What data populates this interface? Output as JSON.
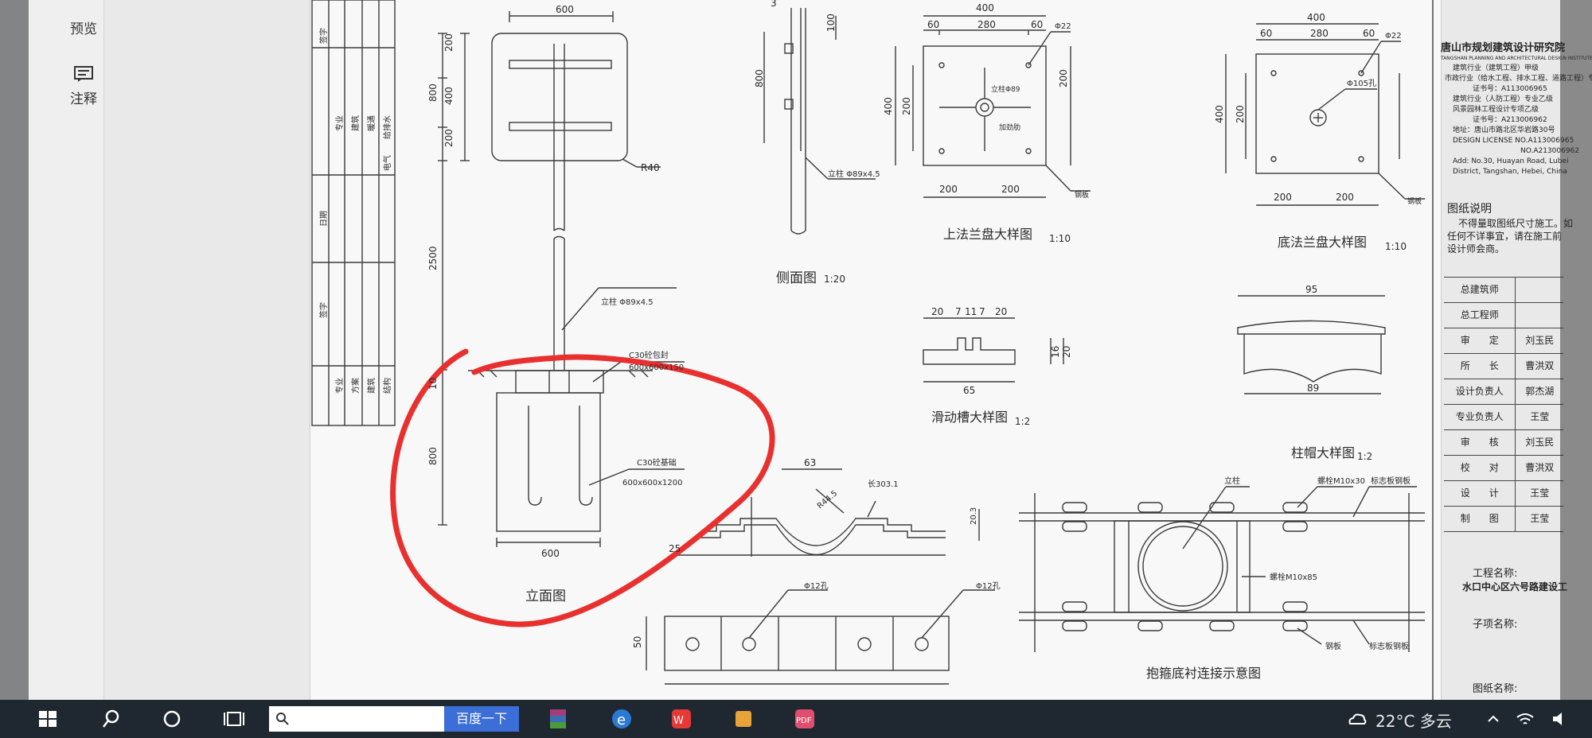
{
  "side_panel": {
    "preview_label": "预览",
    "annotation_label": "注释"
  },
  "drawing": {
    "dims": {
      "d600_top": "600",
      "d200a": "200",
      "d400": "400",
      "d200b": "200",
      "d800": "800",
      "d2500": "2500",
      "d800_base": "800",
      "d600_base": "600",
      "d10": "10",
      "d100_side": "100",
      "d800_side": "800",
      "d3_side": "3",
      "d400_tf": "400",
      "d60_tf": "60",
      "d280_tf": "280",
      "d60b_tf": "60",
      "d400v_tf": "400",
      "d200v_tf": "200",
      "d200bot_tf": "200",
      "d200bot2_tf": "200",
      "d200v2_tf": "200",
      "d400_bf": "400",
      "d60_bf": "60",
      "d280_bf": "280",
      "d60b_bf": "60",
      "d400v_bf": "400",
      "d200v_bf": "200",
      "d200bot_bf": "200",
      "d200bot2_bf": "200",
      "d95": "95",
      "d89": "89",
      "d65": "65",
      "d20a": "20",
      "d7a": "7",
      "d11": "11",
      "d7b": "7",
      "d20b": "20",
      "d16": "16",
      "d20v": "20",
      "d63": "63",
      "d25": "25",
      "d50": "50",
      "d20_3": "20.3"
    },
    "labels": {
      "elevation_title": "立面图",
      "side_title": "侧面图",
      "side_scale": "1:20",
      "top_flange_title": "上法兰盘大样图",
      "top_flange_scale": "1:10",
      "bottom_flange_title": "底法兰盘大样图",
      "bottom_flange_scale": "1:10",
      "slide_title": "滑动槽大样图",
      "slide_scale": "1:2",
      "cap_title": "柱帽大样图",
      "cap_scale": "1:2",
      "clamp_title": "抱箍底衬连接示意图",
      "r40": "R40",
      "pole_spec": "立柱 Φ89x4.5",
      "pole_spec2": "立柱 Φ89x4.5",
      "c30_cap": "C30砼包封",
      "c30_cap_size": "600x600x150",
      "c30_base": "C30砼基础",
      "c30_base_size": "600x600x1200",
      "hole22a": "Φ22",
      "hole22b": "Φ22",
      "hole105": "Φ105孔",
      "hole89": "立柱Φ89",
      "hole12a": "Φ12孔",
      "hole12b": "Φ12孔",
      "r44_5": "R44.5",
      "len303": "长303.1",
      "bolt30": "螺栓M10x30",
      "bolt85": "螺栓M10x85",
      "pole_lbl": "立柱",
      "sign_plate": "标志板钢板",
      "sign_plate2": "标志板钢板",
      "rib": "加劲肋",
      "steel1": "钢板",
      "steel2": "钢板",
      "steel3": "钢板"
    },
    "left_table": {
      "discipline": "专业",
      "sign": "签字",
      "date": "日期",
      "r1": "建筑",
      "r2": "暖通",
      "r3": "给排水",
      "r4": "电气",
      "r5": "专业",
      "r6": "方案",
      "r7": "建筑",
      "r8": "结构",
      "sign2": "签字"
    }
  },
  "title_block": {
    "company": "唐山市规划建筑设计研究院",
    "company_en": "TANGSHAN PLANNING AND ARCHITECTURAL DESIGN INSTITUTE",
    "qual1": "建筑行业（建筑工程）甲级",
    "qual2": "市政行业（给水工程、排水工程、道路工程）专业甲级",
    "cert1": "证书号：A113006965",
    "qual3": "建筑行业（人防工程）专业乙级",
    "qual4": "风景园林工程设计专项乙级",
    "cert2": "证书号：A213006962",
    "address": "地址：唐山市路北区华岩路30号",
    "license1": "DESIGN LICENSE NO.A113006965",
    "license2": "NO.A213006962",
    "addr_en1": "Add: No.30, Huayan Road, Lubei",
    "addr_en2": "District, Tangshan, Hebei, China",
    "notes_title": "图纸说明",
    "notes1": "不得量取图纸尺寸施工。如",
    "notes2": "任何不详事宜，请在施工前",
    "notes3": "设计师会商。",
    "rows": [
      {
        "role": "总建筑师",
        "name": ""
      },
      {
        "role": "总工程师",
        "name": ""
      },
      {
        "role": "审　　定",
        "name": "刘玉民"
      },
      {
        "role": "所　　长",
        "name": "曹洪双"
      },
      {
        "role": "设计负责人",
        "name": "郭杰湖"
      },
      {
        "role": "专业负责人",
        "name": "王莹"
      },
      {
        "role": "审　　核",
        "name": "刘玉民"
      },
      {
        "role": "校　　对",
        "name": "曹洪双"
      },
      {
        "role": "设　　计",
        "name": "王莹"
      },
      {
        "role": "制　　图",
        "name": "王莹"
      }
    ],
    "project_label": "工程名称:",
    "project_name": "水口中心区六号路建设工",
    "subitem_label": "子项名称:",
    "drawing_label": "图纸名称:"
  },
  "taskbar": {
    "baidu_btn": "百度一下",
    "weather": "22°C 多云"
  },
  "colors": {
    "red_mark": "#e8302f",
    "line": "#3a3a3a",
    "taskbar": "#1f2830"
  }
}
